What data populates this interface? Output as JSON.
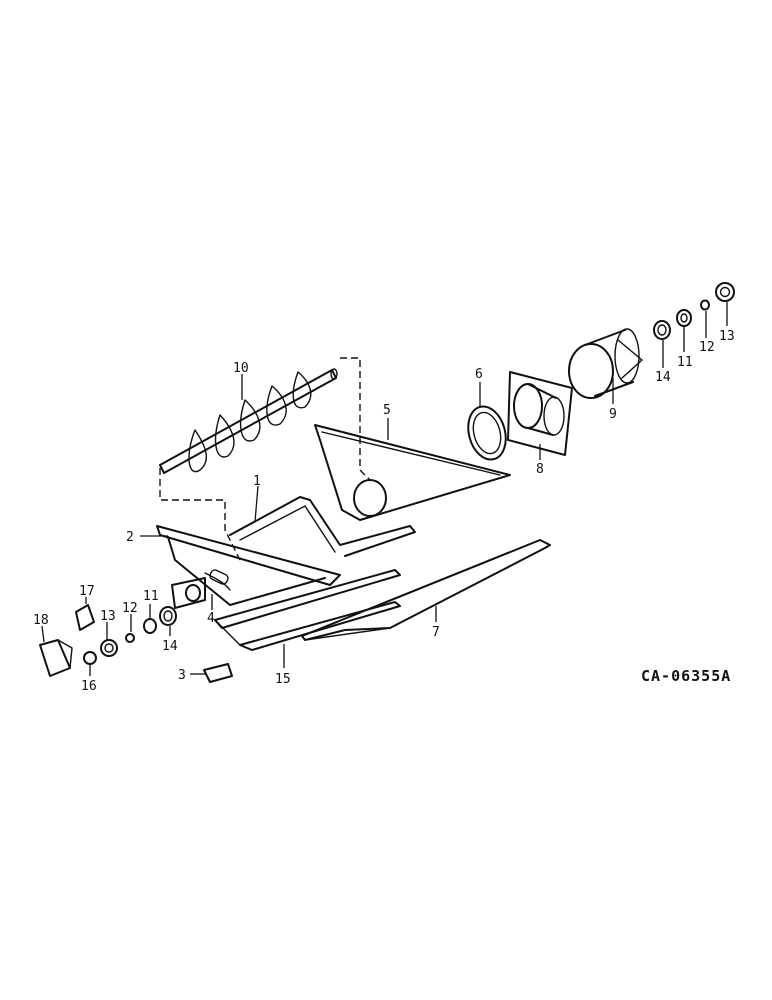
{
  "callouts": {
    "c1": "1",
    "c2": "2",
    "c3": "3",
    "c4": "4",
    "c5": "5",
    "c6": "6",
    "c7": "7",
    "c8": "8",
    "c9": "9",
    "c10": "10",
    "c11a": "11",
    "c11b": "11",
    "c12a": "12",
    "c12b": "12",
    "c13a": "13",
    "c13b": "13",
    "c14a": "14",
    "c14b": "14",
    "c15": "15",
    "c16": "16",
    "c17": "17",
    "c18": "18"
  },
  "drawing_code": "CA-06355A"
}
